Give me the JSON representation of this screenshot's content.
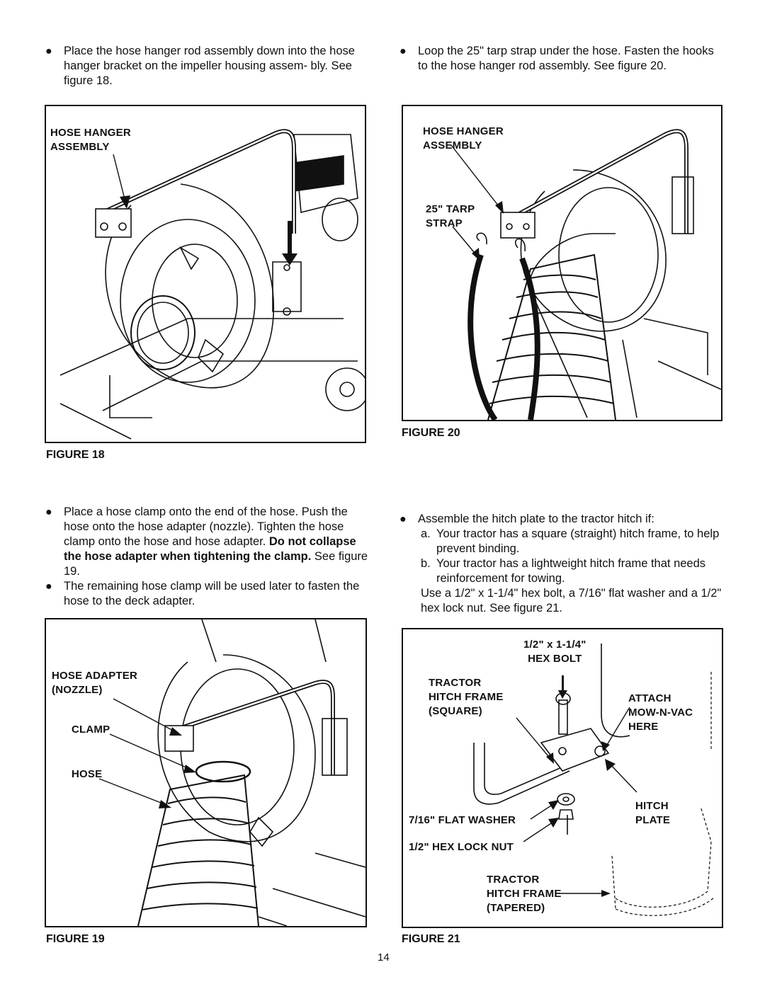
{
  "top_left": {
    "bullet": "Place the hose hanger rod assembly down into the hose hanger bracket on the impeller housing assem- bly. See figure 18."
  },
  "top_right": {
    "bullet": "Loop the 25\" tarp strap under the hose. Fasten the hooks to the hose hanger rod assembly. See figure 20."
  },
  "figure18": {
    "caption": "FIGURE 18",
    "label_line1": "HOSE HANGER",
    "label_line2": "ASSEMBLY"
  },
  "figure20": {
    "caption": "FIGURE 20",
    "label_hanger1": "HOSE HANGER",
    "label_hanger2": "ASSEMBLY",
    "label_tarp1": "25\" TARP",
    "label_tarp2": "STRAP"
  },
  "mid_left": {
    "bullet1_text": "Place a hose clamp onto the end of the hose. Push the hose onto the hose adapter (nozzle). Tighten the hose clamp onto the hose and hose adapter.",
    "bullet1_bold": "Do not collapse the hose adapter when tightening the clamp.",
    "bullet1_tail": "See figure 19.",
    "bullet2": "The remaining hose clamp will be used later to fasten the hose to the deck adapter."
  },
  "mid_right": {
    "bullet": "Assemble the hitch plate to the tractor hitch if:",
    "item_a_letter": "a.",
    "item_a": "Your tractor has a square (straight) hitch frame, to help prevent binding.",
    "item_b_letter": "b.",
    "item_b": "Your tractor has a lightweight hitch frame that needs reinforcement for towing.",
    "note": "Use a 1/2\" x 1-1/4\" hex bolt, a 7/16\" flat washer and a 1/2\" hex lock nut. See figure 21."
  },
  "figure19": {
    "caption": "FIGURE 19",
    "label_adapter1": "HOSE ADAPTER",
    "label_adapter2": "(NOZZLE)",
    "label_clamp": "CLAMP",
    "label_hose": "HOSE"
  },
  "figure21": {
    "caption": "FIGURE 21",
    "bolt1": "1/2\" x 1-1/4\"",
    "bolt2": "HEX BOLT",
    "tractor1": "TRACTOR",
    "tractor2": "HITCH FRAME",
    "tractor3": "(SQUARE)",
    "attach1": "ATTACH",
    "attach2": "MOW-N-VAC",
    "attach3": "HERE",
    "hitch1": "HITCH",
    "hitch2": "PLATE",
    "washer": "7/16\" FLAT WASHER",
    "locknut": "1/2\" HEX LOCK NUT",
    "tapered1": "TRACTOR",
    "tapered2": "HITCH FRAME",
    "tapered3": "(TAPERED)"
  },
  "page_number": "14"
}
